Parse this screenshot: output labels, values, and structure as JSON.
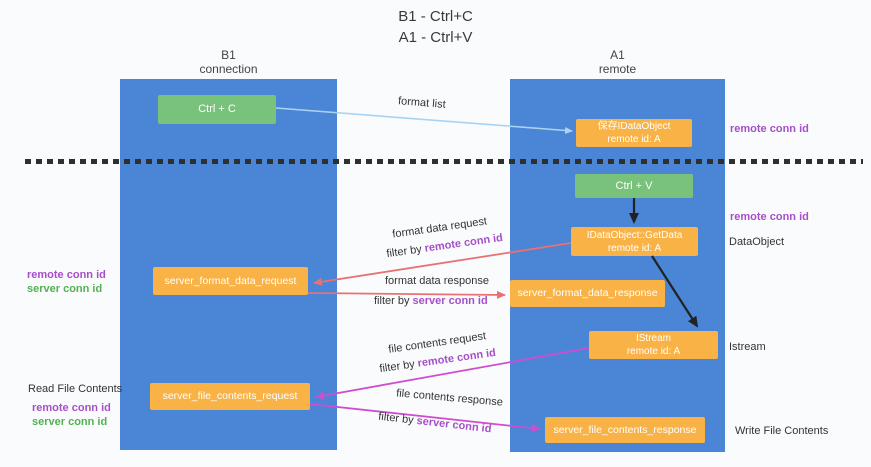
{
  "title": {
    "line1": "B1 - Ctrl+C",
    "line2": "A1 - Ctrl+V"
  },
  "columns": {
    "left": {
      "name": "B1",
      "role": "connection"
    },
    "right": {
      "name": "A1",
      "role": "remote"
    }
  },
  "boxes": {
    "ctrl_c": "Ctrl + C",
    "save_idataobject": {
      "line1": "保存IDataObject",
      "line2": "remote id: A"
    },
    "ctrl_v": "Ctrl + V",
    "getdata": {
      "line1": "IDataObject::GetData",
      "line2": "remote id: A"
    },
    "server_format_data_request": "server_format_data_request",
    "server_format_data_response": "server_format_data_response",
    "istream": {
      "line1": "IStream",
      "line2": "remote id: A"
    },
    "server_file_contents_request": "server_file_contents_request",
    "server_file_contents_response": "server_file_contents_response"
  },
  "flows": {
    "format_list": {
      "label": "format list"
    },
    "format_data_request": {
      "label": "format data request",
      "filter_prefix": "filter by ",
      "filter_key": "remote conn id"
    },
    "format_data_response": {
      "label": "format data response",
      "filter_prefix": "filter by ",
      "filter_key": "server conn id"
    },
    "file_contents_request": {
      "label": "file contents request",
      "filter_prefix": "filter by ",
      "filter_key": "remote conn id"
    },
    "file_contents_response": {
      "label": "file contents response",
      "filter_prefix": "filter by ",
      "filter_key": "server conn id"
    }
  },
  "side_labels": {
    "right_remote_conn_id_top": "remote conn id",
    "right_remote_conn_id_mid": "remote conn id",
    "dataobject": "DataObject",
    "istream": "Istream",
    "write_file_contents": "Write File Contents",
    "left_remote_conn_id_top": "remote conn id",
    "left_server_conn_id_top": "server conn id",
    "read_file_contents": "Read File Contents",
    "left_remote_conn_id_bottom": "remote conn id",
    "left_server_conn_id_bottom": "server conn id"
  },
  "colors": {
    "column_blue": "#4a85d6",
    "box_orange": "#f9b245",
    "box_green": "#79c27c",
    "arrow_blue": "#a9d3f0",
    "arrow_red": "#e87272",
    "arrow_magenta": "#cf4ecf",
    "arrow_black": "#222222",
    "text_purple": "#a64fc8",
    "text_green": "#52b152",
    "dash_line": "#2f2f2f"
  }
}
